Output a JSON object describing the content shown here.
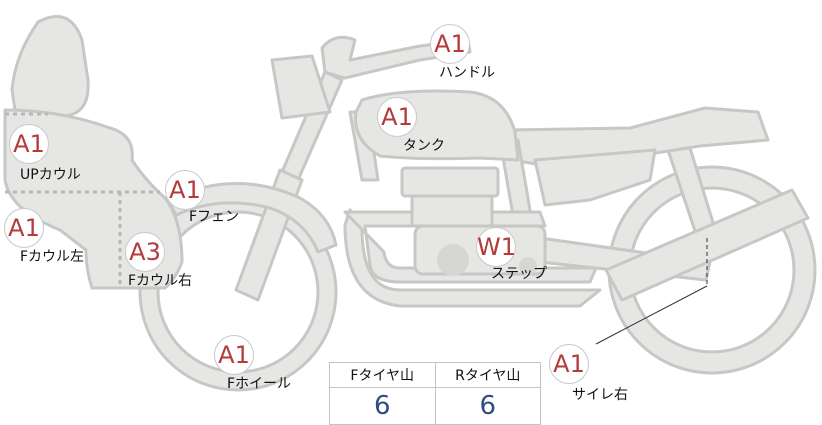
{
  "colors": {
    "fill": "#e6e6e4",
    "stroke": "#c7c7c5",
    "grade": "#b23b3b",
    "value": "#2f4c80"
  },
  "parts": [
    {
      "id": "handle",
      "grade": "A1",
      "label": "ハンドル"
    },
    {
      "id": "tank",
      "grade": "A1",
      "label": "タンク"
    },
    {
      "id": "up-cowl",
      "grade": "A1",
      "label": "UPカウル"
    },
    {
      "id": "f-fender",
      "grade": "A1",
      "label": "Fフェン"
    },
    {
      "id": "f-cowl-left",
      "grade": "A1",
      "label": "Fカウル左"
    },
    {
      "id": "f-cowl-right",
      "grade": "A3",
      "label": "Fカウル右"
    },
    {
      "id": "step",
      "grade": "W1",
      "label": "ステップ"
    },
    {
      "id": "f-wheel",
      "grade": "A1",
      "label": "Fホイール"
    },
    {
      "id": "muffler-right",
      "grade": "A1",
      "label": "サイレ右"
    }
  ],
  "tread": {
    "headers": [
      "Fタイヤ山",
      "Rタイヤ山"
    ],
    "values": [
      "6",
      "6"
    ]
  }
}
